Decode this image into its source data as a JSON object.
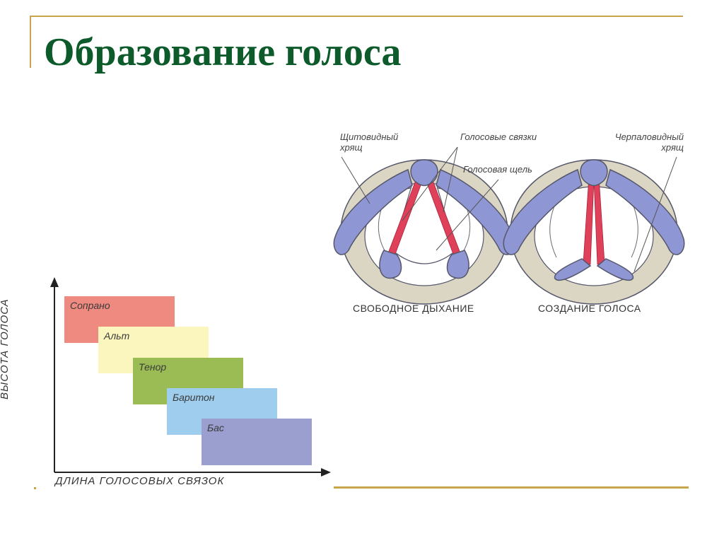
{
  "slide": {
    "title": "Образование голоса"
  },
  "voice_chart": {
    "y_axis_label": "ВЫСОТА ГОЛОСА",
    "x_axis_label": "ДЛИНА ГОЛОСОВЫХ СВЯЗОК",
    "bands": [
      {
        "label": "Сопрано",
        "color": "#ef8a80"
      },
      {
        "label": "Альт",
        "color": "#fbf6be"
      },
      {
        "label": "Тенор",
        "color": "#9bbb55"
      },
      {
        "label": "Баритон",
        "color": "#9fcdee"
      },
      {
        "label": "Бас",
        "color": "#9a9fd0"
      }
    ]
  },
  "folds_diagram": {
    "label_thyroid": "Щитовидный хрящ",
    "label_vocal_cords": "Голосовые связки",
    "label_glottis": "Голосовая щель",
    "label_arytenoid": "Черпаловидный хрящ",
    "caption_left": "СВОБОДНОЕ ДЫХАНИЕ",
    "caption_right": "СОЗДАНИЕ ГОЛОСА",
    "colors": {
      "cartilage": "#8f96d4",
      "ring": "#dbd6c4",
      "cords": "#e0415a",
      "outline": "#55566a"
    }
  }
}
